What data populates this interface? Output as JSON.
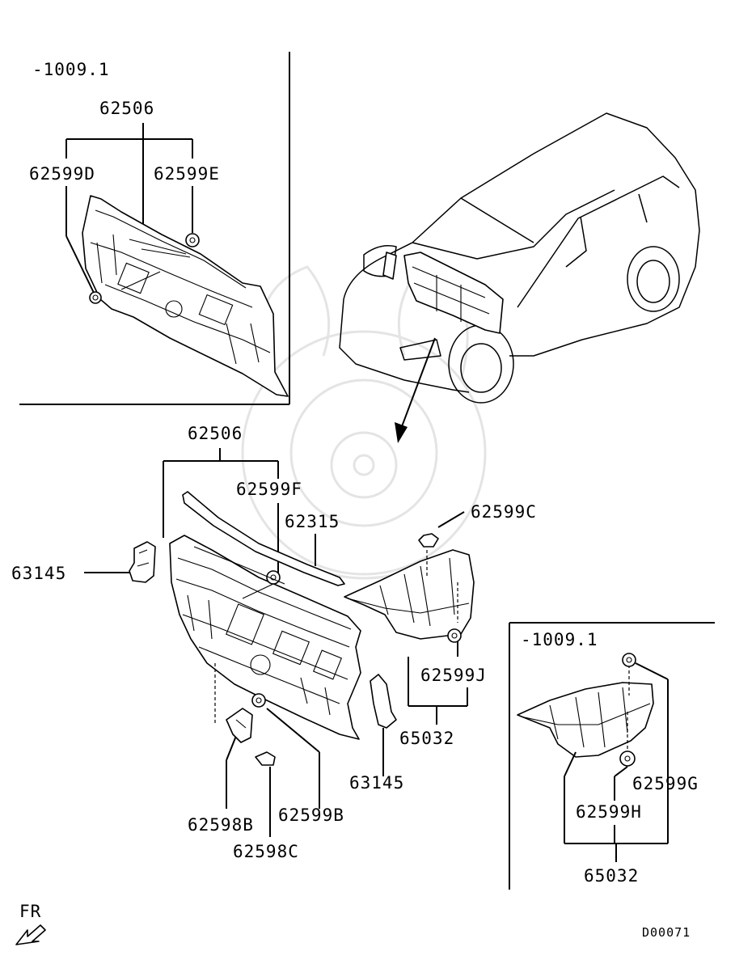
{
  "labels": {
    "inset_top_date": "-1009.1",
    "inset_top_group": "62506",
    "inset_top_left": "62599D",
    "inset_top_right": "62599E",
    "main_group": "62506",
    "p62599F": "62599F",
    "p62315": "62315",
    "p62599C": "62599C",
    "p63145_left": "63145",
    "p62599J": "62599J",
    "p65032": "65032",
    "p63145_bottom": "63145",
    "p62598B": "62598B",
    "p62599B": "62599B",
    "p62598C": "62598C",
    "inset_bottom_date": "-1009.1",
    "p62599G": "62599G",
    "p62599H": "62599H",
    "inset_bottom_group": "65032",
    "fr": "FR",
    "diagram_id": "D00071"
  }
}
